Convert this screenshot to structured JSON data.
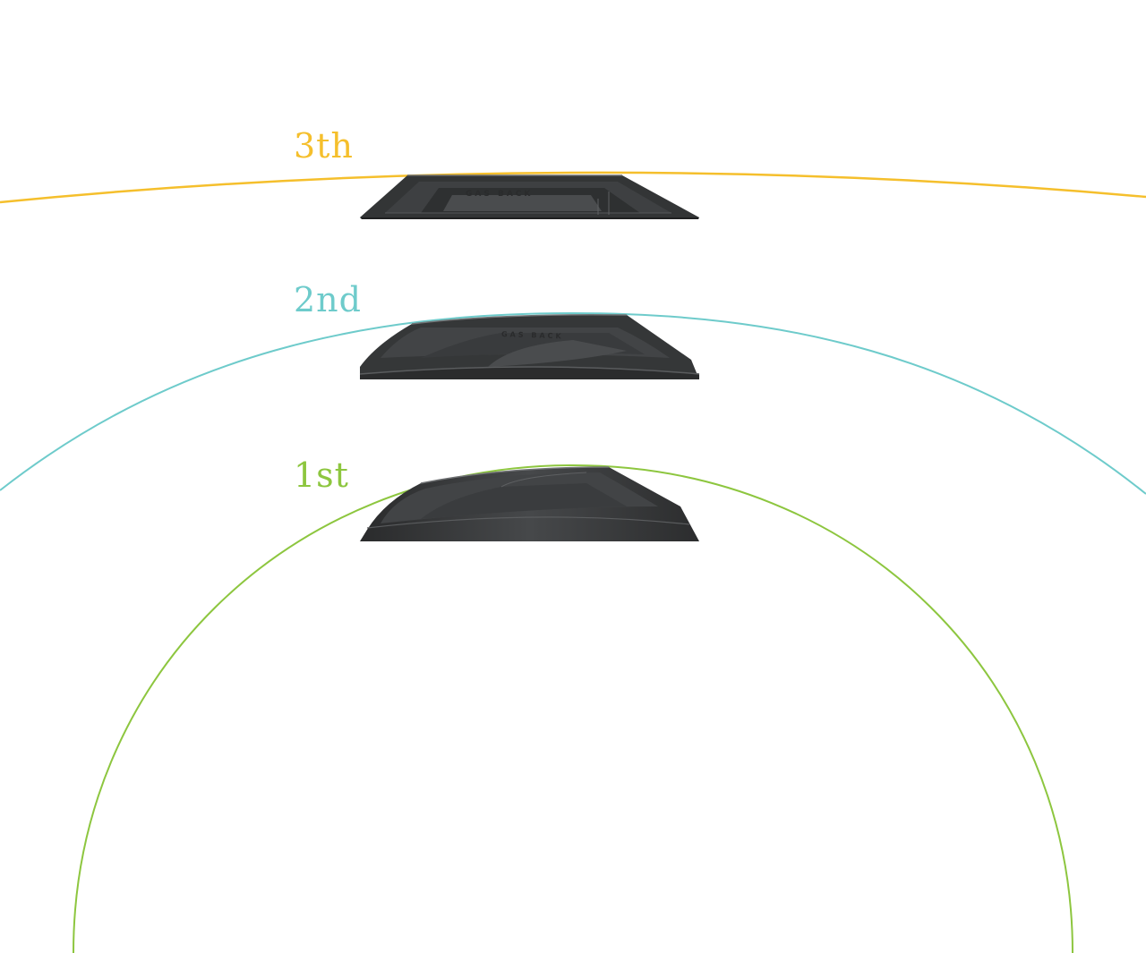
{
  "levels": [
    {
      "label": "3th",
      "color": "#F5BF2C"
    },
    {
      "label": "2nd",
      "color": "#6ECBCB"
    },
    {
      "label": "1st",
      "color": "#8DC63F"
    }
  ],
  "product": {
    "body_color": "#333536",
    "edge_color": "#5a5c5e",
    "embossed_text": "GAS BACK"
  }
}
